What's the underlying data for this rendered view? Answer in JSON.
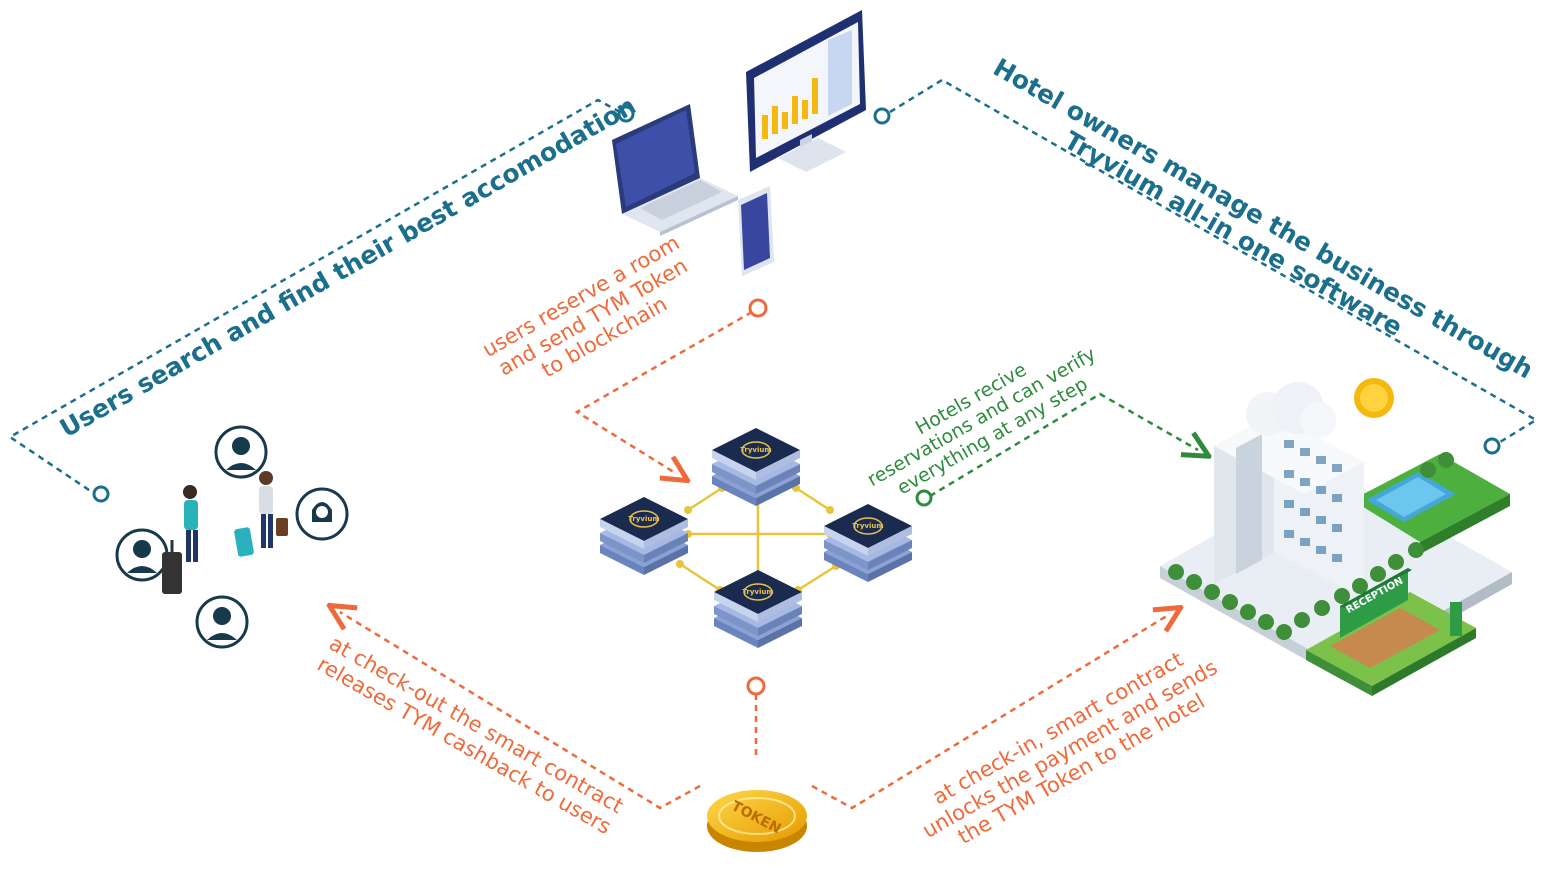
{
  "labels": {
    "users_search": "Users search and find their best accomodation",
    "hotel_owners_line1": "Hotel owners manage the business through",
    "hotel_owners_line2": "Tryvium all-in one software",
    "reserve_line1": "users reserve a room",
    "reserve_line2": "and send TYM Token",
    "reserve_line3": "to blockchain",
    "hotels_line1": "Hotels recive",
    "hotels_line2": "reservations and can verify",
    "hotels_line3": "everything at any step",
    "checkout_line1": "at check-out the smart contract",
    "checkout_line2": "releases TYM cashback to users",
    "checkin_line1": "at check-in, smart contract",
    "checkin_line2": "unlocks the payment and sends",
    "checkin_line3": "the TYM Token to the hotel"
  },
  "node_logo_text": "Tryvium",
  "token_text": "TOKEN",
  "reception_text": "RECEPTION",
  "colors": {
    "blue_line": "#1b6f8c",
    "orange": "#ef6a3b",
    "green": "#2e8b3d",
    "gold": "#f5b80f",
    "navy": "#1e2a5a",
    "dark_teal": "#163a4c"
  },
  "icons": [
    "laptop-icon",
    "monitor-icon",
    "phone-icon",
    "blockchain-node-icon",
    "token-coin-icon",
    "hotel-icon",
    "user-avatar-icon",
    "traveler-icon",
    "sun-icon"
  ]
}
